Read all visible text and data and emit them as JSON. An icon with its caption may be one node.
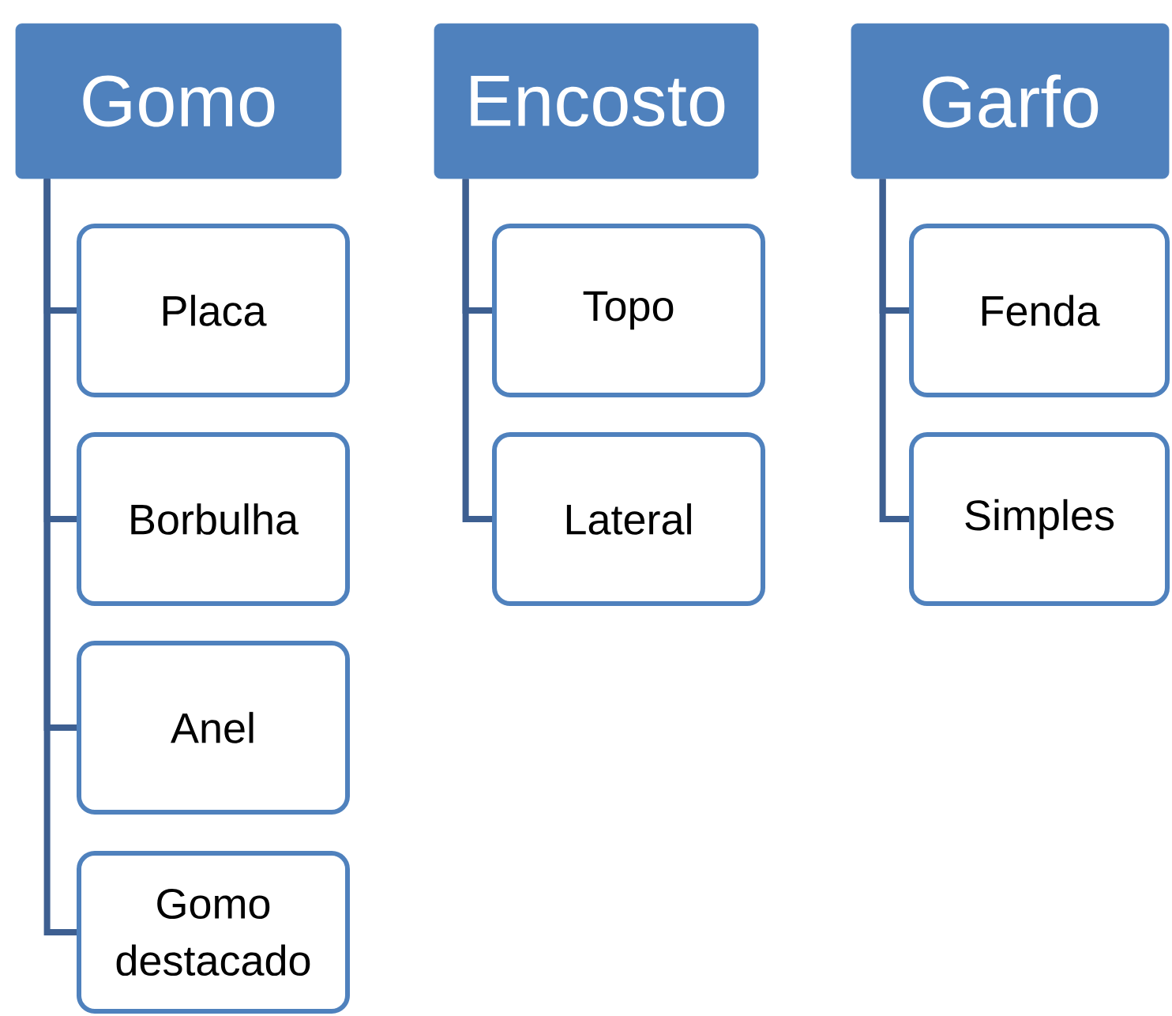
{
  "diagram": {
    "nodes": [
      {
        "text": [
          "Gomo"
        ]
      },
      {
        "text": [
          "Placa"
        ]
      },
      {
        "text": [
          "Borbulha"
        ]
      },
      {
        "text": [
          "Anel"
        ]
      },
      {
        "text": [
          "Gomo destacado"
        ]
      },
      {
        "text": [
          "Encosto"
        ]
      },
      {
        "text": [
          "Topo"
        ]
      },
      {
        "text": [
          "Lateral"
        ]
      },
      {
        "text": [
          "Garfo"
        ]
      },
      {
        "text": [
          "Fenda"
        ]
      },
      {
        "text": [
          "Simples"
        ]
      }
    ],
    "edges": [
      {
        "from": 0,
        "to": 1,
        "arrow": "none"
      },
      {
        "from": 0,
        "to": 2,
        "arrow": "none"
      },
      {
        "from": 0,
        "to": 3,
        "arrow": "none"
      },
      {
        "from": 0,
        "to": 4,
        "arrow": "none"
      },
      {
        "from": 5,
        "to": 6,
        "arrow": "none"
      },
      {
        "from": 5,
        "to": 7,
        "arrow": "none"
      },
      {
        "from": 8,
        "to": 9,
        "arrow": "none"
      },
      {
        "from": 8,
        "to": 10,
        "arrow": "none"
      }
    ]
  }
}
